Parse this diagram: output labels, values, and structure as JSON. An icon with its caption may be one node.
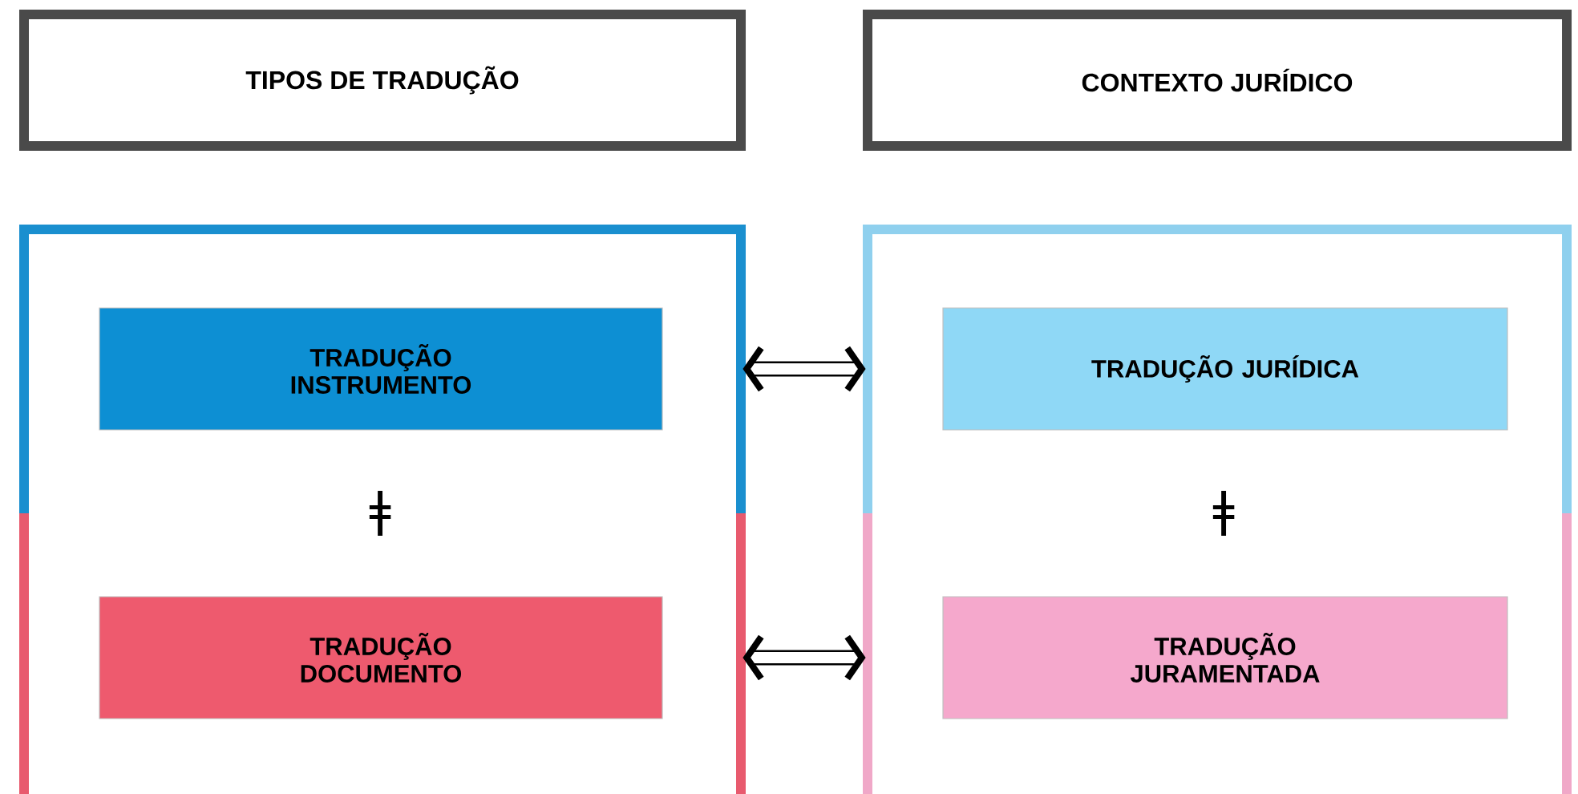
{
  "diagram": {
    "nodes": [
      {
        "text": [
          "TIPOS DE TRADUÇÃO"
        ]
      },
      {
        "text": [
          "CONTEXTO JURÍDICO"
        ]
      },
      {
        "text": [],
        "shape": "box"
      },
      {
        "text": [],
        "shape": "box"
      },
      {
        "text": [
          "TRADUÇÃO INSTRUMENTO"
        ],
        "in": 2
      },
      {
        "text": [
          "TRADUÇÃO JURÍDICA"
        ],
        "in": 3
      },
      {
        "text": [
          "TRADUÇÃO DOCUMENTO"
        ],
        "in": 2
      },
      {
        "text": [
          "TRADUÇÃO JURAMENTADA"
        ],
        "in": 3
      }
    ],
    "edges": [
      {
        "from": 2,
        "to": 3,
        "arrow": "both"
      },
      {
        "from": 2,
        "to": 3,
        "arrow": "both"
      }
    ],
    "labels": [
      "ǂ",
      "ǂ"
    ]
  }
}
